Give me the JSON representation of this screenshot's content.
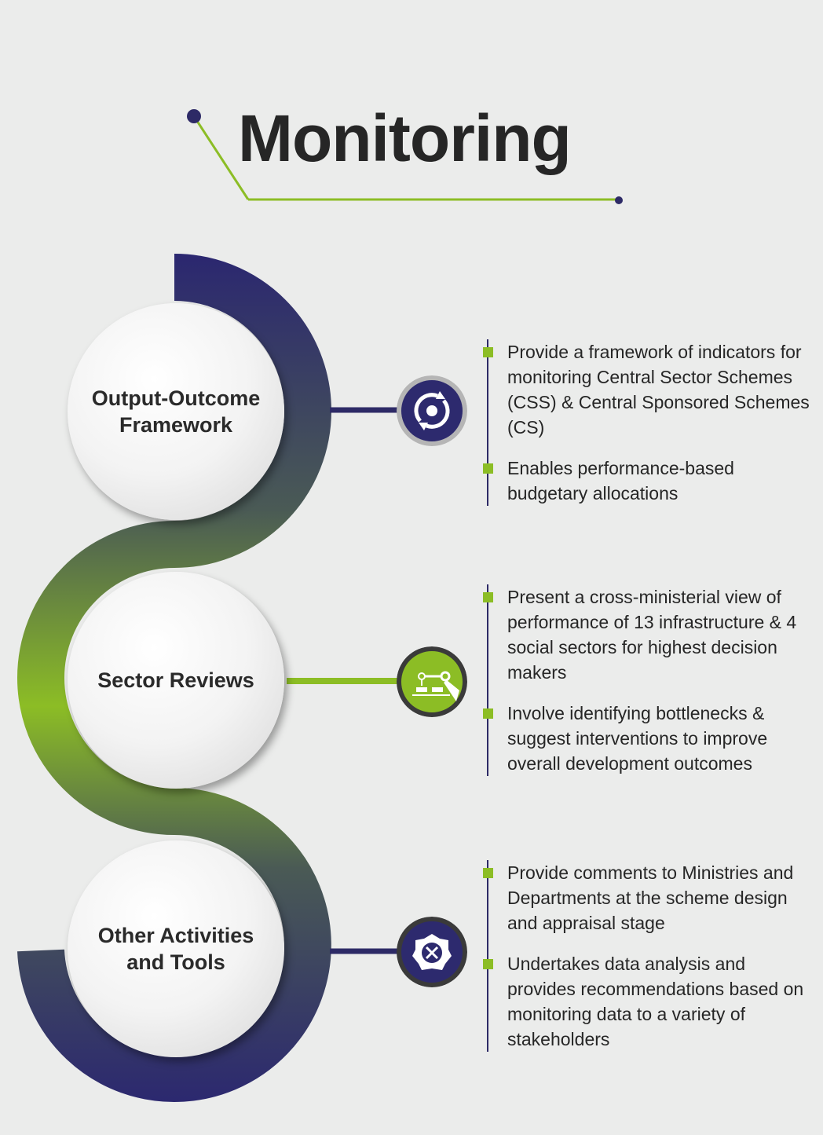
{
  "title": "Monitoring",
  "colors": {
    "navy": "#2d2a6e",
    "green": "#8cbd25",
    "dark_ring": "#3a3a3a",
    "gray_ring": "#b5b5b5"
  },
  "sections": [
    {
      "title": "Output-Outcome Framework",
      "icon": "cycle-refresh-icon",
      "bullets": [
        "Provide a framework of indicators for monitoring  Central Sector Schemes (CSS) & Central Sponsored Schemes (CS)",
        "Enables performance-based budgetary allocations"
      ]
    },
    {
      "title": "Sector Reviews",
      "icon": "robotic-arm-icon",
      "bullets": [
        "Present a cross-ministerial view of performance of 13 infrastructure & 4 social sectors for highest decision makers",
        "Involve identifying bottlenecks & suggest interventions to improve overall development outcomes"
      ]
    },
    {
      "title": "Other Activities and Tools",
      "icon": "gear-tools-icon",
      "bullets": [
        "Provide comments to Ministries and Departments at the scheme design and appraisal stage",
        "Undertakes data analysis and provides recommendations based on monitoring data to a variety of stakeholders"
      ]
    }
  ]
}
